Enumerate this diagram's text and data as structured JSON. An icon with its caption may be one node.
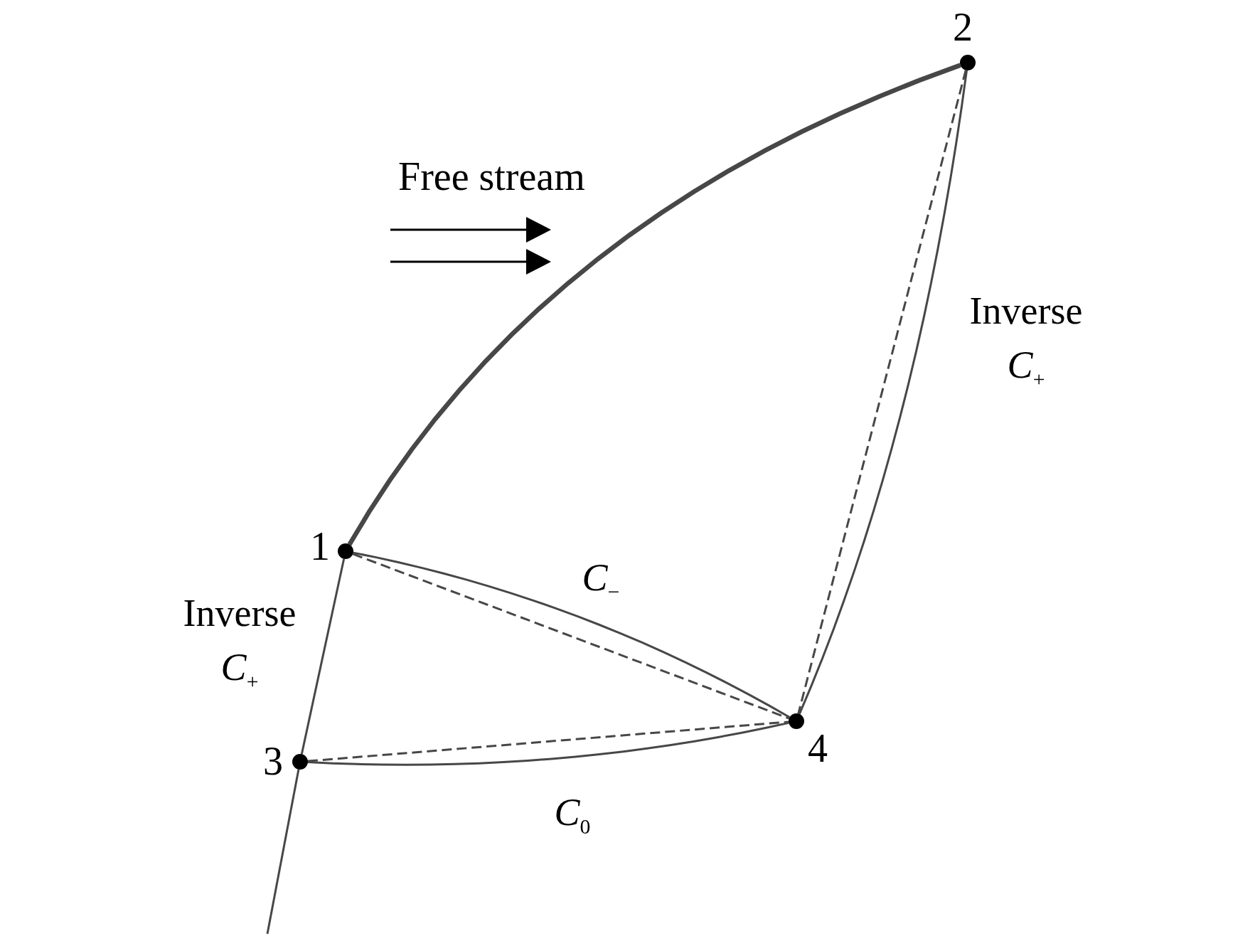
{
  "diagram": {
    "nodes": [
      {
        "text": [],
        "shape": "circle",
        "beside": [
          "1"
        ]
      },
      {
        "text": [],
        "shape": "circle",
        "beside": [
          "2"
        ]
      },
      {
        "text": [],
        "shape": "circle",
        "beside": [
          "3"
        ]
      },
      {
        "text": [],
        "shape": "circle",
        "beside": [
          "4"
        ]
      }
    ],
    "edges": [
      {
        "from": 0,
        "to": 1,
        "arrow": "none",
        "style": "thick"
      },
      {
        "from": 0,
        "to": 3,
        "arrow": "none",
        "label": "*C*$_{−}$"
      },
      {
        "from": 0,
        "to": 3,
        "arrow": "none",
        "style": "dashed"
      },
      {
        "from": 1,
        "to": 3,
        "arrow": "none",
        "label": "Inverse *C*$_{+}$"
      },
      {
        "from": 1,
        "to": 3,
        "arrow": "none",
        "style": "dashed"
      },
      {
        "from": 2,
        "to": 3,
        "arrow": "none",
        "label": "*C*$_{0}$"
      },
      {
        "from": 2,
        "to": 3,
        "arrow": "none",
        "style": "dashed"
      },
      {
        "from": 0,
        "to": 2,
        "arrow": "none",
        "label": "Inverse *C*$_{+}$"
      },
      {
        "from": 2,
        "to": null,
        "arrow": "none"
      }
    ],
    "labels": [
      "Free stream"
    ]
  }
}
